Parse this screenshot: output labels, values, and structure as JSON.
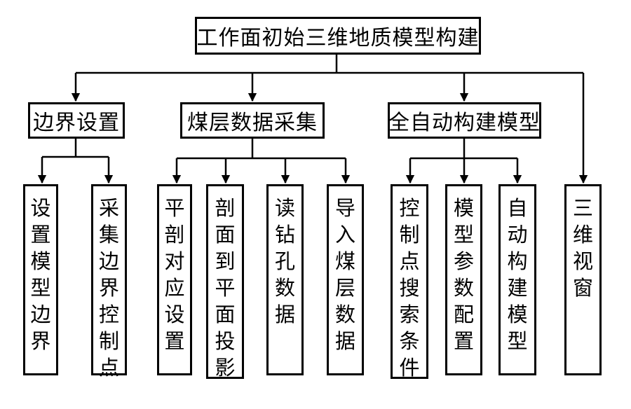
{
  "diagram": {
    "root": {
      "label": "工作面初始三维地质模型构建"
    },
    "branches": [
      {
        "label": "边界设置",
        "children": [
          "设置模型边界",
          "采集边界控制点"
        ]
      },
      {
        "label": "煤层数据采集",
        "children": [
          "平剖对应设置",
          "剖面到平面投影",
          "读钻孔数据",
          "导入煤层数据"
        ]
      },
      {
        "label": "全自动构建模型",
        "children": [
          "控制点搜索条件",
          "模型参数配置",
          "自动构建模型"
        ]
      },
      {
        "label": "三维视窗",
        "children": []
      }
    ]
  }
}
